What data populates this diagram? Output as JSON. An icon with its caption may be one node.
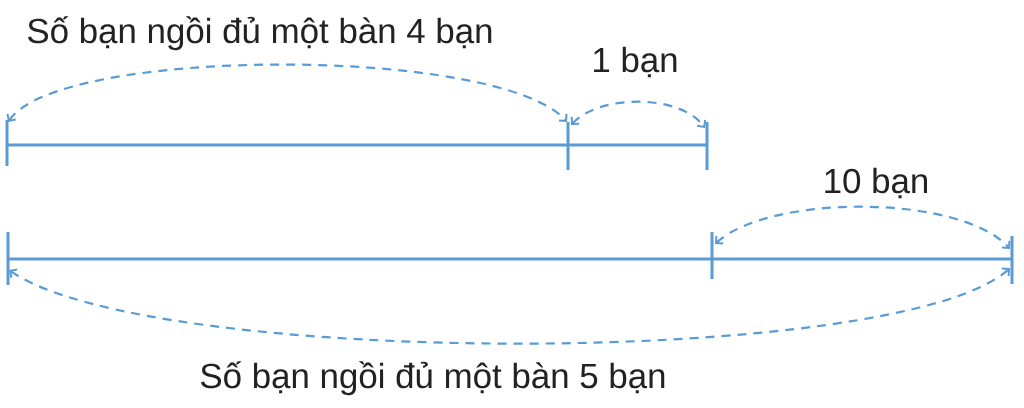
{
  "diagram": {
    "labels": [
      "Số bạn ngồi đủ một bàn 4 bạn",
      "1 bạn",
      "10 bạn",
      "Số bạn ngồi đủ một bàn 5 bạn"
    ]
  }
}
